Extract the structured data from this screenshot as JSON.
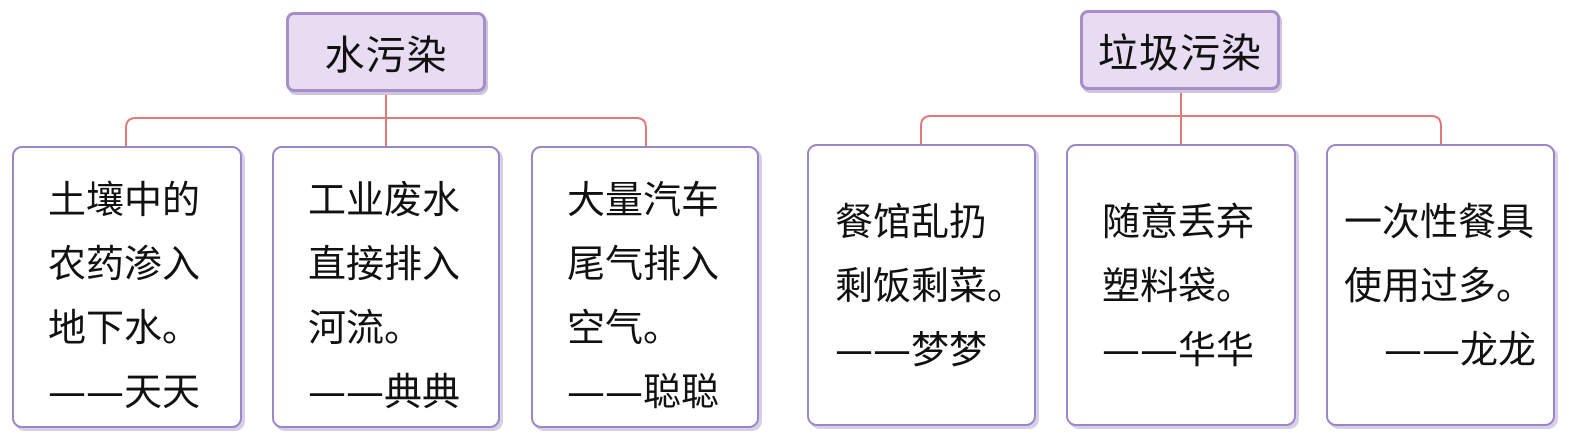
{
  "groups": [
    {
      "title": "水污染",
      "cards": [
        {
          "lines": [
            "土壤中的",
            "农药渗入",
            "地下水。"
          ],
          "author": "——天天"
        },
        {
          "lines": [
            "工业废水",
            "直接排入",
            "河流。"
          ],
          "author": "——典典"
        },
        {
          "lines": [
            "大量汽车",
            "尾气排入",
            "空气。"
          ],
          "author": "——聪聪"
        }
      ]
    },
    {
      "title": "垃圾污染",
      "cards": [
        {
          "lines": [
            "餐馆乱扔",
            "剩饭剩菜。"
          ],
          "author": "——梦梦"
        },
        {
          "lines": [
            "随意丢弃",
            "塑料袋。"
          ],
          "author": "——华华"
        },
        {
          "lines": [
            "一次性餐具",
            "使用过多。"
          ],
          "author": "——龙龙"
        }
      ]
    }
  ],
  "colors": {
    "connector": "#e07a7a",
    "title_fill": "#e8dcf3",
    "border": "#9a87c9"
  }
}
